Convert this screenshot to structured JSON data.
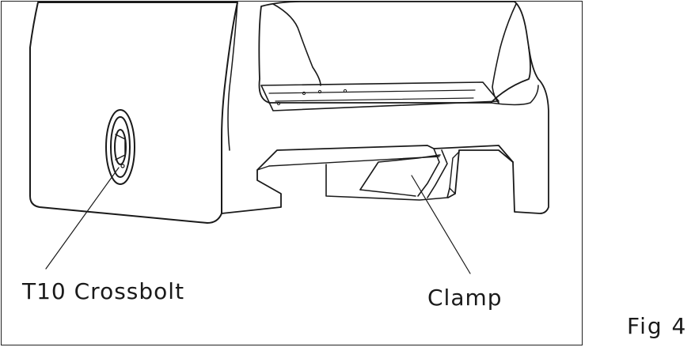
{
  "labels": {
    "crossbolt": "T10 Crossbolt",
    "clamp": "Clamp"
  },
  "figure_caption": "Fig 4",
  "colors": {
    "stroke": "#1a1a1a",
    "background": "#ffffff"
  }
}
